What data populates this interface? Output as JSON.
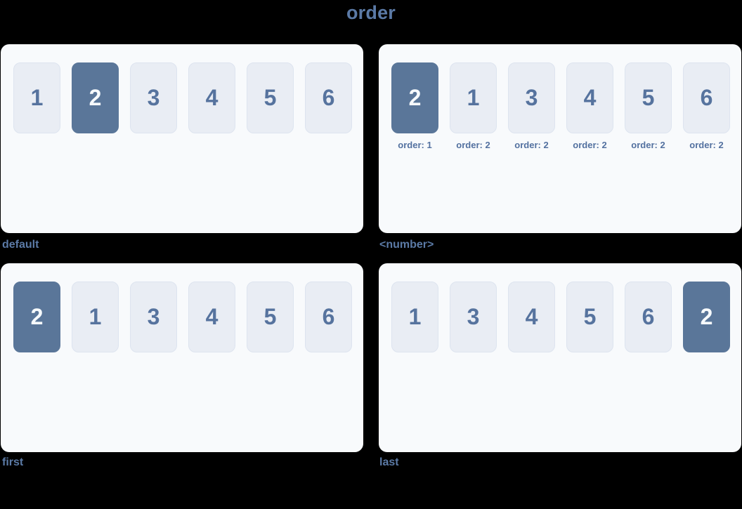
{
  "title": "order",
  "colors": {
    "background": "#000000",
    "panel_background": "#f8fafc",
    "box_background": "#e9edf4",
    "box_border": "#dde4ef",
    "accent_highlight": "#5a7699",
    "number_text": "#56739e",
    "highlight_number_text": "#f7fafc",
    "caption_text": "#5b7aa6"
  },
  "panels": [
    {
      "caption": "default",
      "items": [
        {
          "value": "1",
          "highlighted": false
        },
        {
          "value": "2",
          "highlighted": true
        },
        {
          "value": "3",
          "highlighted": false
        },
        {
          "value": "4",
          "highlighted": false
        },
        {
          "value": "5",
          "highlighted": false
        },
        {
          "value": "6",
          "highlighted": false
        }
      ]
    },
    {
      "caption": "<number>",
      "items": [
        {
          "value": "2",
          "highlighted": true,
          "sub_label": "order: 1"
        },
        {
          "value": "1",
          "highlighted": false,
          "sub_label": "order: 2"
        },
        {
          "value": "3",
          "highlighted": false,
          "sub_label": "order: 2"
        },
        {
          "value": "4",
          "highlighted": false,
          "sub_label": "order: 2"
        },
        {
          "value": "5",
          "highlighted": false,
          "sub_label": "order: 2"
        },
        {
          "value": "6",
          "highlighted": false,
          "sub_label": "order: 2"
        }
      ]
    },
    {
      "caption": "first",
      "items": [
        {
          "value": "2",
          "highlighted": true
        },
        {
          "value": "1",
          "highlighted": false
        },
        {
          "value": "3",
          "highlighted": false
        },
        {
          "value": "4",
          "highlighted": false
        },
        {
          "value": "5",
          "highlighted": false
        },
        {
          "value": "6",
          "highlighted": false
        }
      ]
    },
    {
      "caption": "last",
      "items": [
        {
          "value": "1",
          "highlighted": false
        },
        {
          "value": "3",
          "highlighted": false
        },
        {
          "value": "4",
          "highlighted": false
        },
        {
          "value": "5",
          "highlighted": false
        },
        {
          "value": "6",
          "highlighted": false
        },
        {
          "value": "2",
          "highlighted": true
        }
      ]
    }
  ]
}
